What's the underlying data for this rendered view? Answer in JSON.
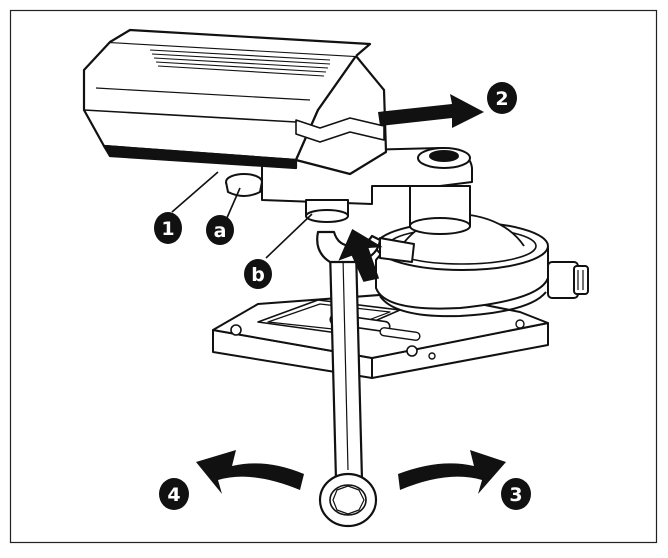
{
  "callouts": {
    "c1": "1",
    "c2": "2",
    "c3": "3",
    "c4": "4",
    "ca": "a",
    "cb": "b"
  },
  "colors": {
    "ink": "#111111",
    "paper": "#ffffff",
    "grey": "#d9d9d9"
  }
}
